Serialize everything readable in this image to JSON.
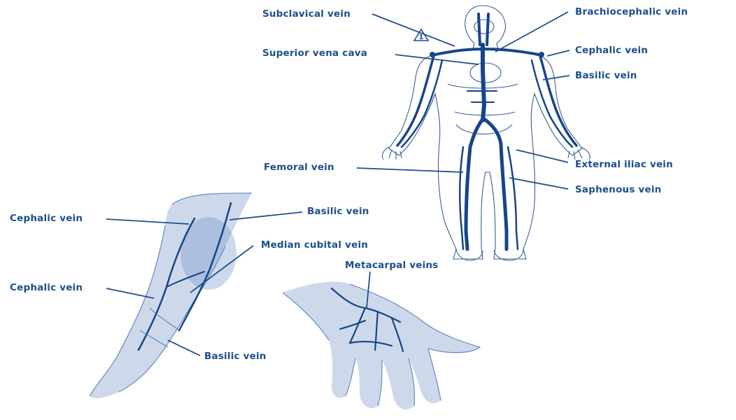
{
  "colors": {
    "ink": "#1c4f8c",
    "vein": "#17448a",
    "sketch": "#6f93c6"
  },
  "labels": {
    "subclavical_vein": "Subclavical vein",
    "brachiocephalic_vein": "Brachiocephalic vein",
    "superior_vena_cava": "Superior vena cava",
    "cephalic_vein_body": "Cephalic vein",
    "basilic_vein_body": "Basilic vein",
    "femoral_vein": "Femoral vein",
    "external_iliac_vein": "External iliac vein",
    "saphenous_vein": "Saphenous vein",
    "cephalic_vein_arm_upper": "Cephalic vein",
    "basilic_vein_arm_upper": "Basilic vein",
    "median_cubital_vein": "Median cubital vein",
    "cephalic_vein_arm_lower": "Cephalic vein",
    "basilic_vein_arm_lower": "Basilic vein",
    "metacarpal_veins": "Metacarpal veins"
  }
}
